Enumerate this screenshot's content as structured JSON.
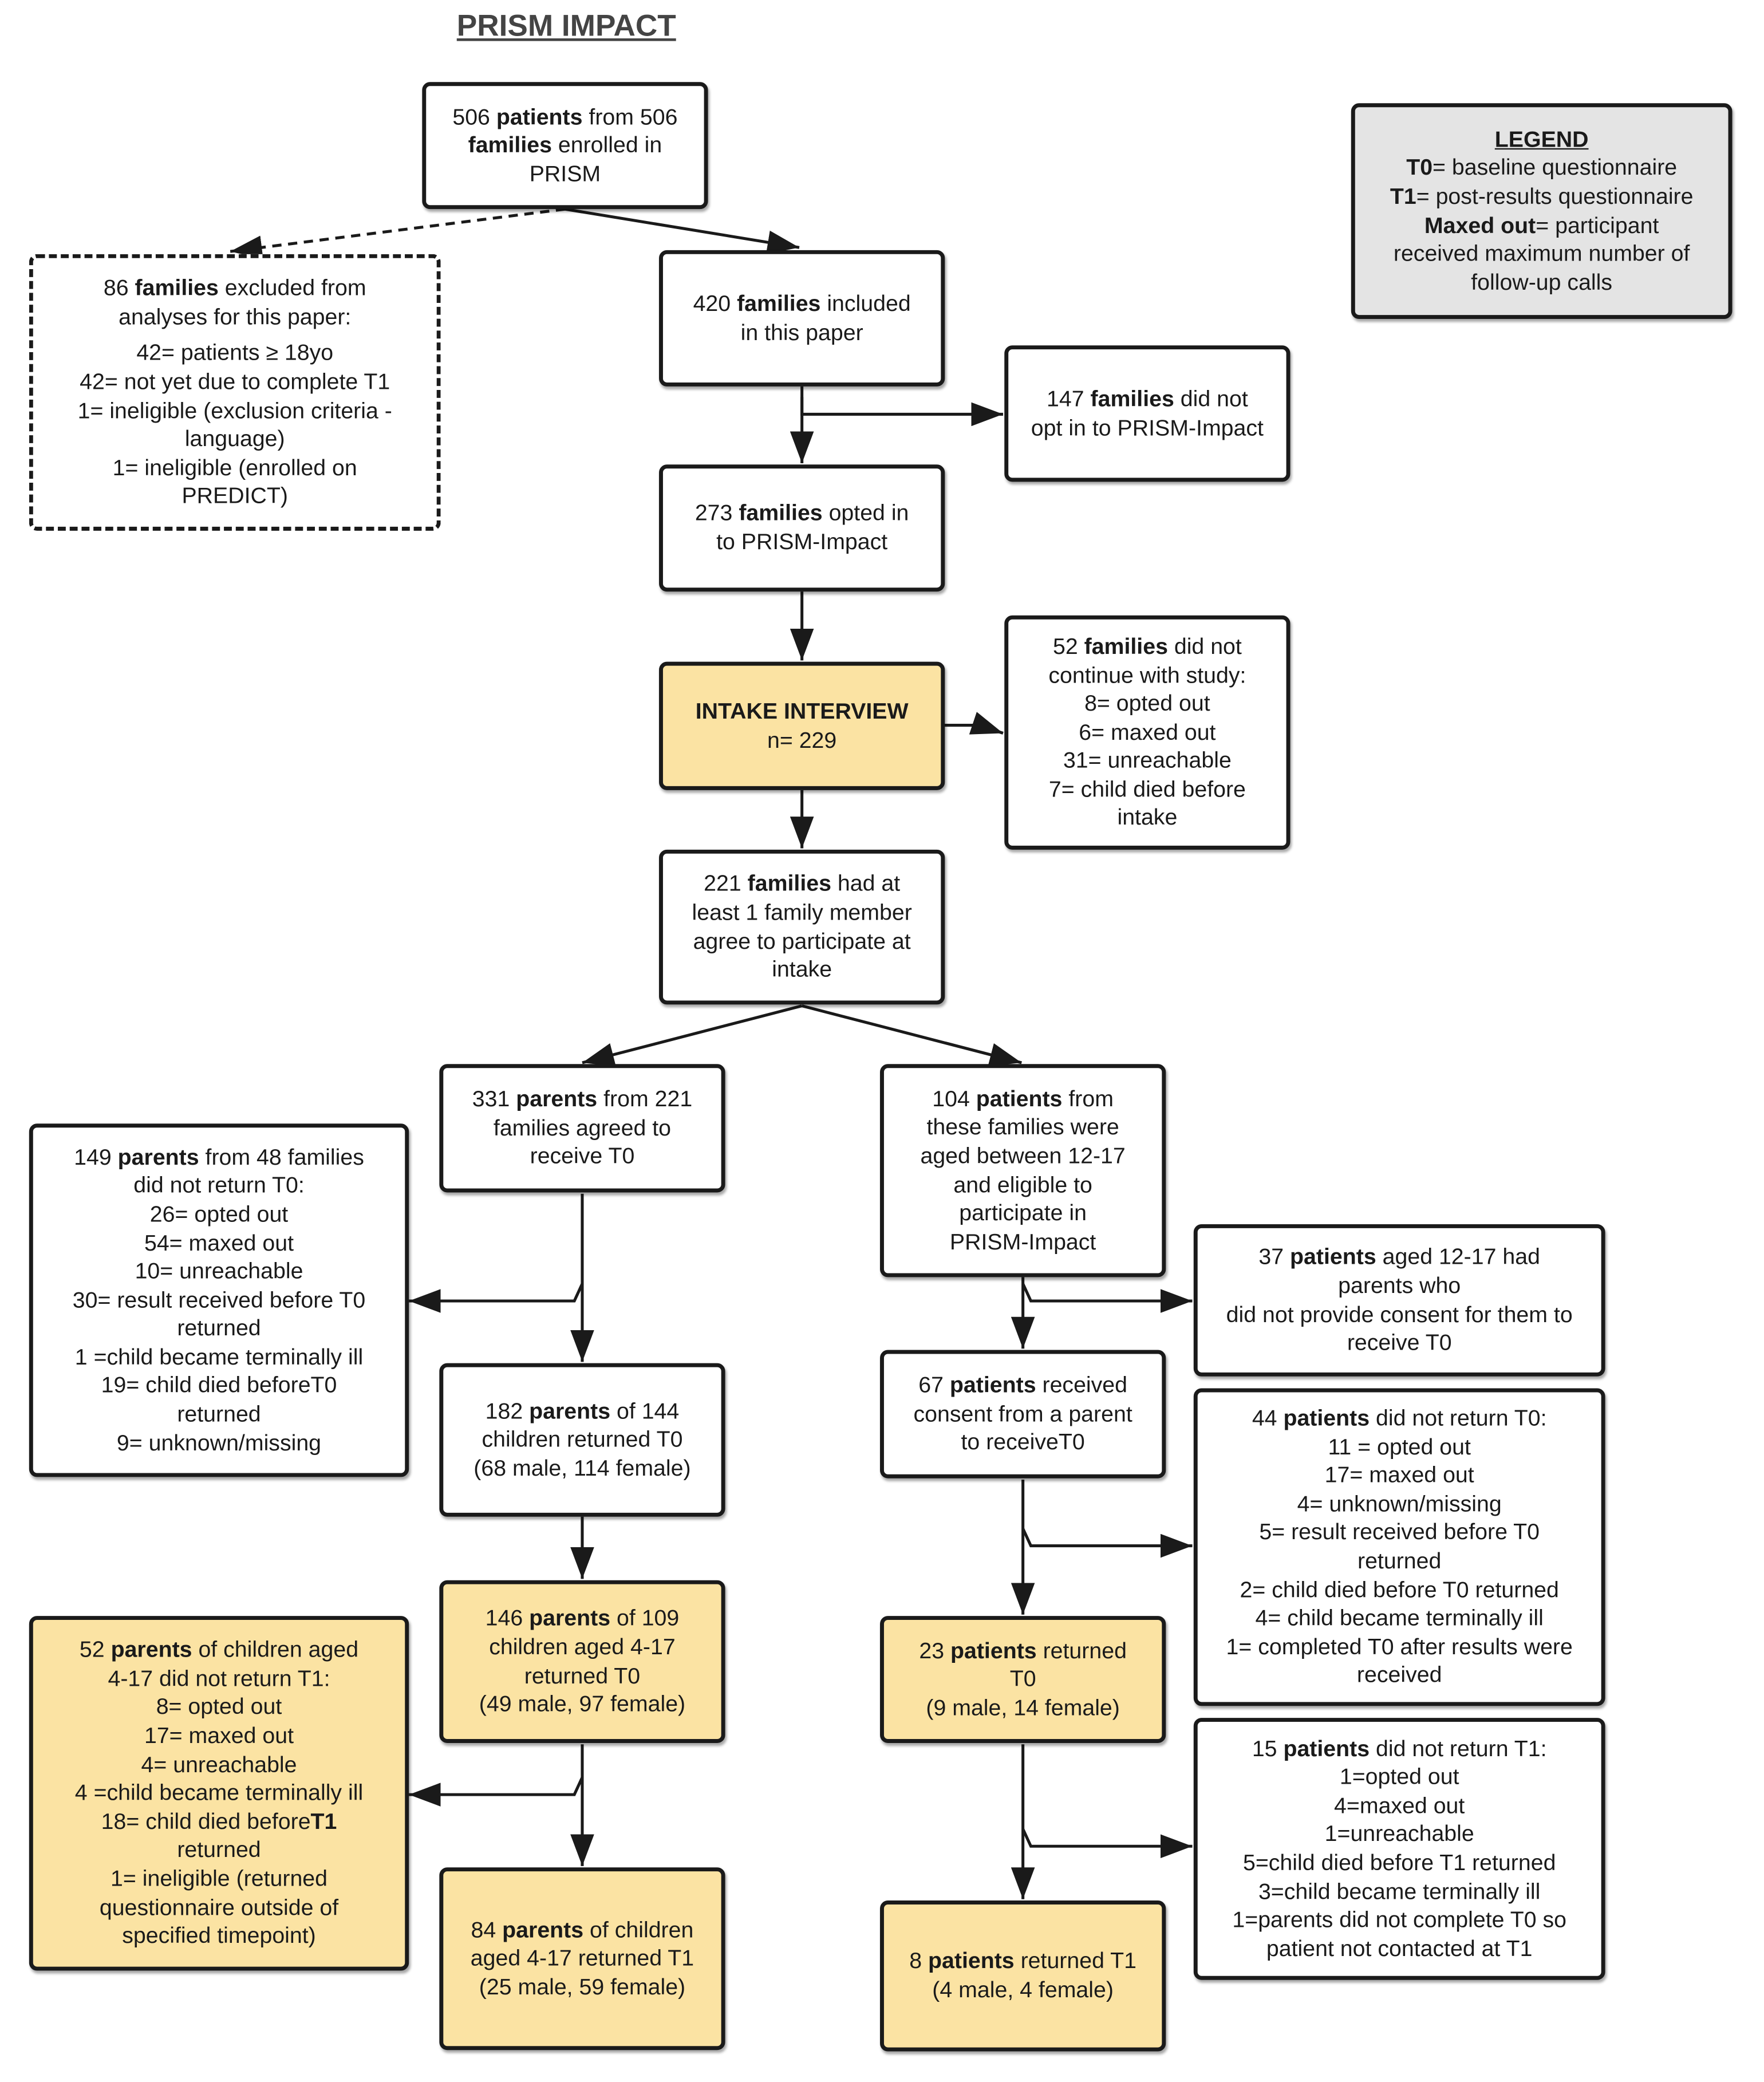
{
  "title": "PRISM IMPACT",
  "colors": {
    "result_box": "#fbe3a3",
    "legend_box": "#e4e4e4",
    "stroke": "#1a1a1a"
  },
  "legend": {
    "title": "LEGEND",
    "items": [
      {
        "term": "T0",
        "text": "= baseline questionnaire"
      },
      {
        "term": "T1",
        "text": "= post-results questionnaire"
      },
      {
        "term": "Maxed out",
        "text": "= participant"
      }
    ],
    "lines": [
      "received maximum number of",
      "follow-up calls"
    ]
  },
  "nodes": {
    "enrolled": {
      "lines": [
        [
          {
            "t": "506 "
          },
          {
            "t": "patients",
            "b": true
          },
          {
            "t": " from 506"
          }
        ],
        [
          {
            "t": "families",
            "b": true
          },
          {
            "t": " enrolled in"
          }
        ],
        [
          {
            "t": "PRISM"
          }
        ]
      ]
    },
    "excluded": {
      "head": [
        [
          {
            "t": "86 "
          },
          {
            "t": "families",
            "b": true
          },
          {
            "t": " excluded from"
          }
        ],
        [
          {
            "t": "analyses for this paper:"
          }
        ]
      ],
      "items": [
        "42= patients ≥ 18yo",
        "42= not yet due to complete T1",
        "1=  ineligible (exclusion criteria -",
        "language)",
        "1= ineligible (enrolled on",
        "PREDICT)"
      ]
    },
    "included": {
      "lines": [
        [
          {
            "t": "420 "
          },
          {
            "t": "families",
            "b": true
          },
          {
            "t": " included"
          }
        ],
        [
          {
            "t": "in this paper"
          }
        ]
      ]
    },
    "not_opt_in": {
      "lines": [
        [
          {
            "t": "147 "
          },
          {
            "t": "families",
            "b": true
          },
          {
            "t": " did not"
          }
        ],
        [
          {
            "t": "opt in to PRISM-Impact"
          }
        ]
      ]
    },
    "opted_in": {
      "lines": [
        [
          {
            "t": "273 "
          },
          {
            "t": "families",
            "b": true
          },
          {
            "t": " opted in"
          }
        ],
        [
          {
            "t": "to PRISM-Impact"
          }
        ]
      ]
    },
    "intake": {
      "title": "INTAKE INTERVIEW",
      "n": "n= 229"
    },
    "not_continue": {
      "lines": [
        [
          {
            "t": "52 "
          },
          {
            "t": "families",
            "b": true
          },
          {
            "t": " did not"
          }
        ],
        [
          {
            "t": "continue with study:"
          }
        ],
        [
          {
            "t": "8= opted out"
          }
        ],
        [
          {
            "t": "6= maxed out"
          }
        ],
        [
          {
            "t": "31= unreachable"
          }
        ],
        [
          {
            "t": "7= child died before"
          }
        ],
        [
          {
            "t": "intake"
          }
        ]
      ]
    },
    "agree_intake": {
      "lines": [
        [
          {
            "t": "221 "
          },
          {
            "t": "families",
            "b": true
          },
          {
            "t": " had at"
          }
        ],
        [
          {
            "t": "least 1 family member"
          }
        ],
        [
          {
            "t": "agree to participate at"
          }
        ],
        [
          {
            "t": "intake"
          }
        ]
      ]
    },
    "parents_agreed": {
      "lines": [
        [
          {
            "t": "331 "
          },
          {
            "t": "parents",
            "b": true
          },
          {
            "t": " from 221"
          }
        ],
        [
          {
            "t": "families agreed to"
          }
        ],
        [
          {
            "t": "receive T0"
          }
        ]
      ]
    },
    "patients_eligible": {
      "lines": [
        [
          {
            "t": "104 "
          },
          {
            "t": "patients",
            "b": true
          },
          {
            "t": " from"
          }
        ],
        [
          {
            "t": "these families were"
          }
        ],
        [
          {
            "t": "aged between 12-17"
          }
        ],
        [
          {
            "t": "and eligible to"
          }
        ],
        [
          {
            "t": "participate in"
          }
        ],
        [
          {
            "t": "PRISM-Impact"
          }
        ]
      ]
    },
    "parents_no_t0": {
      "lines": [
        [
          {
            "t": "149 "
          },
          {
            "t": "parents",
            "b": true
          },
          {
            "t": " from 48 families"
          }
        ],
        [
          {
            "t": "did not return T0:"
          }
        ],
        [
          {
            "t": "26= opted out"
          }
        ],
        [
          {
            "t": "54= maxed out"
          }
        ],
        [
          {
            "t": "10= unreachable"
          }
        ],
        [
          {
            "t": "30= result received before T0"
          }
        ],
        [
          {
            "t": "returned"
          }
        ],
        [
          {
            "t": "1 =child became terminally ill"
          }
        ],
        [
          {
            "t": "19= child died beforeT0"
          }
        ],
        [
          {
            "t": "returned"
          }
        ],
        [
          {
            "t": "9= unknown/missing"
          }
        ]
      ]
    },
    "no_consent": {
      "lines": [
        [
          {
            "t": "37 "
          },
          {
            "t": "patients",
            "b": true
          },
          {
            "t": " aged 12-17 had"
          }
        ],
        [
          {
            "t": "parents who"
          }
        ],
        [
          {
            "t": "did not provide consent for them to"
          }
        ],
        [
          {
            "t": "receive T0"
          }
        ]
      ]
    },
    "parents_returned_t0": {
      "lines": [
        [
          {
            "t": "182 "
          },
          {
            "t": "parents",
            "b": true
          },
          {
            "t": " of 144"
          }
        ],
        [
          {
            "t": "children returned T0"
          }
        ],
        [
          {
            "t": "(68 male, 114 female)"
          }
        ]
      ]
    },
    "patients_consent": {
      "lines": [
        [
          {
            "t": "67 "
          },
          {
            "t": "patients",
            "b": true
          },
          {
            "t": " received"
          }
        ],
        [
          {
            "t": "consent from a parent"
          }
        ],
        [
          {
            "t": "to receiveT0"
          }
        ]
      ]
    },
    "patients_no_t0": {
      "lines": [
        [
          {
            "t": "44 "
          },
          {
            "t": "patients",
            "b": true
          },
          {
            "t": " did not return T0:"
          }
        ],
        [
          {
            "t": "11 = opted out"
          }
        ],
        [
          {
            "t": "17= maxed out"
          }
        ],
        [
          {
            "t": "4= unknown/missing"
          }
        ],
        [
          {
            "t": "5= result received before T0"
          }
        ],
        [
          {
            "t": "returned"
          }
        ],
        [
          {
            "t": "2= child died before T0 returned"
          }
        ],
        [
          {
            "t": "4= child became terminally ill"
          }
        ],
        [
          {
            "t": "1= completed T0 after results were"
          }
        ],
        [
          {
            "t": "received"
          }
        ]
      ]
    },
    "parents_4_17_t0": {
      "lines": [
        [
          {
            "t": "146 "
          },
          {
            "t": "parents",
            "b": true
          },
          {
            "t": " of 109"
          }
        ],
        [
          {
            "t": "children aged 4-17"
          }
        ],
        [
          {
            "t": "returned T0"
          }
        ],
        [
          {
            "t": "(49 male, 97 female)"
          }
        ]
      ]
    },
    "parents_no_t1": {
      "lines": [
        [
          {
            "t": "52 "
          },
          {
            "t": "parents",
            "b": true
          },
          {
            "t": " of children aged"
          }
        ],
        [
          {
            "t": "4-17 did not return T1:"
          }
        ],
        [
          {
            "t": "8= opted out"
          }
        ],
        [
          {
            "t": "17= maxed out"
          }
        ],
        [
          {
            "t": "4= unreachable"
          }
        ],
        [
          {
            "t": "4 =child became terminally ill"
          }
        ],
        [
          {
            "t": "18= child died before"
          },
          {
            "t": "T1",
            "b": true
          }
        ],
        [
          {
            "t": "returned"
          }
        ],
        [
          {
            "t": "1= ineligible (returned"
          }
        ],
        [
          {
            "t": "questionnaire outside of"
          }
        ],
        [
          {
            "t": "specified timepoint)"
          }
        ]
      ]
    },
    "patients_returned_t0": {
      "lines": [
        [
          {
            "t": "23 "
          },
          {
            "t": "patients",
            "b": true
          },
          {
            "t": " returned"
          }
        ],
        [
          {
            "t": "T0"
          }
        ],
        [
          {
            "t": "(9 male, 14 female)"
          }
        ]
      ]
    },
    "patients_no_t1": {
      "lines": [
        [
          {
            "t": "15 "
          },
          {
            "t": "patients",
            "b": true
          },
          {
            "t": " did not return T1:"
          }
        ],
        [
          {
            "t": "1=opted out"
          }
        ],
        [
          {
            "t": "4=maxed out"
          }
        ],
        [
          {
            "t": "1=unreachable"
          }
        ],
        [
          {
            "t": "5=child died before T1 returned"
          }
        ],
        [
          {
            "t": "3=child became terminally ill"
          }
        ],
        [
          {
            "t": "1=parents did not complete T0 so"
          }
        ],
        [
          {
            "t": "patient not contacted at T1"
          }
        ]
      ]
    },
    "parents_t1": {
      "lines": [
        [
          {
            "t": "84 "
          },
          {
            "t": "parents",
            "b": true
          },
          {
            "t": " of children"
          }
        ],
        [
          {
            "t": "aged 4-17 returned T1"
          }
        ],
        [
          {
            "t": "(25 male, 59 female)"
          }
        ]
      ]
    },
    "patients_t1": {
      "lines": [
        [
          {
            "t": "8 "
          },
          {
            "t": "patients",
            "b": true
          },
          {
            "t": " returned T1"
          }
        ],
        [
          {
            "t": "(4 male, 4 female)"
          }
        ]
      ]
    }
  }
}
